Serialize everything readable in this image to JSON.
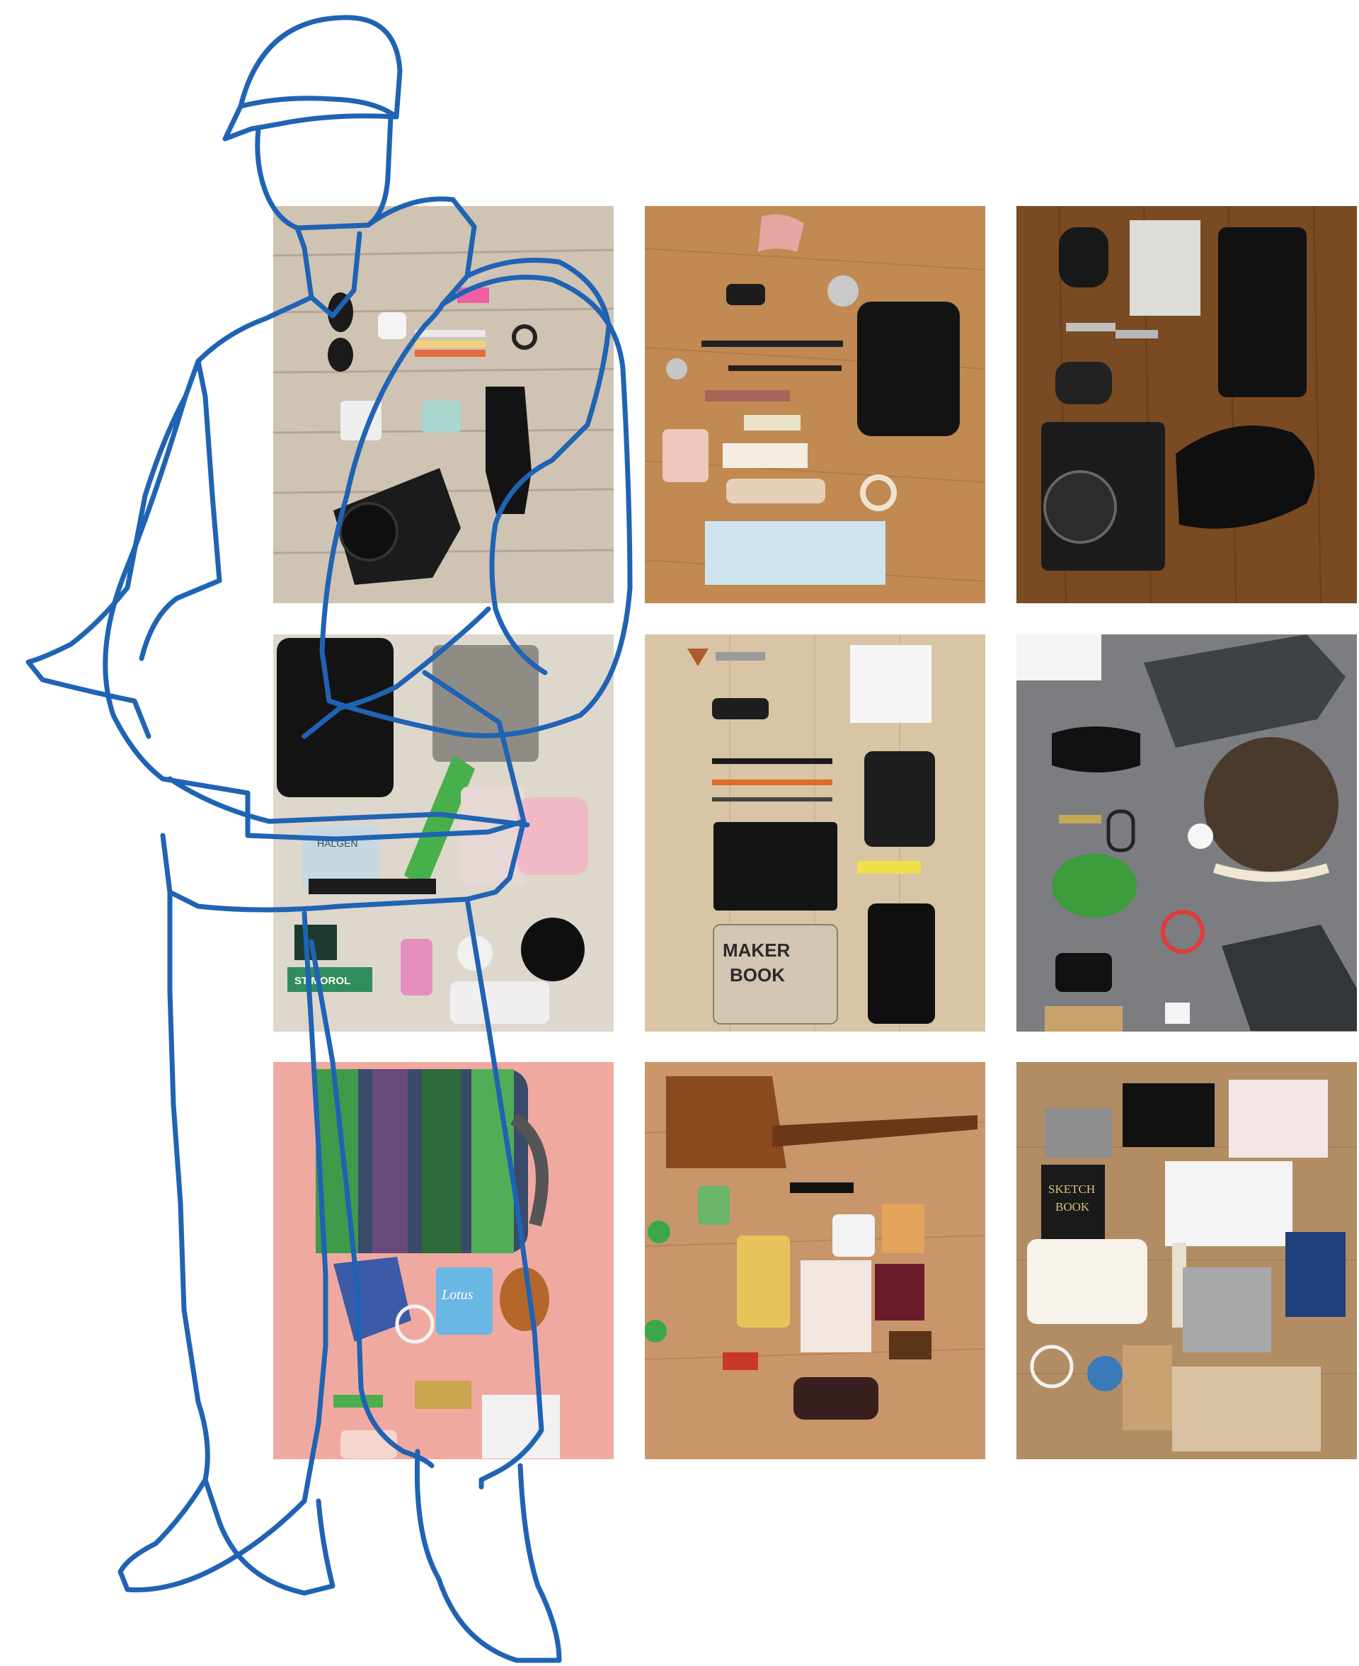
{
  "colors": {
    "outline": "#1f63b4",
    "background": "#ffffff"
  },
  "tiles": [
    {
      "subject": "bag contents on pale wooden boards",
      "floor": "wood-planks-light"
    },
    {
      "subject": "bag contents on warm wood",
      "floor": "wood-warm"
    },
    {
      "subject": "bag contents on dark wood",
      "floor": "wood-dark"
    },
    {
      "subject": "bag contents on beige sheet",
      "floor": "cloth-beige"
    },
    {
      "subject": "bag contents on light wood",
      "floor": "wood-pale"
    },
    {
      "subject": "bag contents on grey blanket",
      "floor": "blanket-grey"
    },
    {
      "subject": "bag contents on pink background",
      "floor": "paper-pink"
    },
    {
      "subject": "bag contents on wood floor",
      "floor": "wood-floor"
    },
    {
      "subject": "bag contents on wood table",
      "floor": "wood-table"
    }
  ],
  "tile_prints": {
    "tile_4_tube": "HALGEN",
    "tile_4_gum": "STIMOROL",
    "tile_5_book_line1": "MAKER",
    "tile_5_book_line2": "BOOK",
    "tile_7_tissues": "Lotus",
    "tile_9_book_line1": "SKETCH",
    "tile_9_book_line2": "BOOK"
  }
}
